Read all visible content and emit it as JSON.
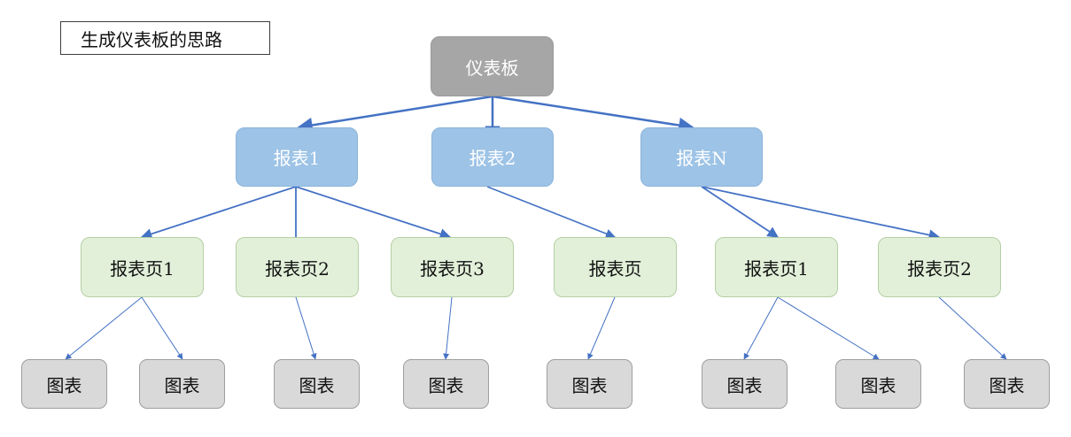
{
  "title": "生成仪表板的思路",
  "root": {
    "label": "仪表板"
  },
  "reports": [
    {
      "label": "报表1"
    },
    {
      "label": "报表2"
    },
    {
      "label": "报表N"
    }
  ],
  "pages": [
    {
      "label": "报表页1"
    },
    {
      "label": "报表页2"
    },
    {
      "label": "报表页3"
    },
    {
      "label": "报表页"
    },
    {
      "label": "报表页1"
    },
    {
      "label": "报表页2"
    }
  ],
  "charts": [
    {
      "label": "图表"
    },
    {
      "label": "图表"
    },
    {
      "label": "图表"
    },
    {
      "label": "图表"
    },
    {
      "label": "图表"
    },
    {
      "label": "图表"
    },
    {
      "label": "图表"
    },
    {
      "label": "图表"
    }
  ],
  "colors": {
    "edge": "#4472c4",
    "root_fill": "#a6a6a6",
    "report_fill": "#9dc3e6",
    "page_fill": "#e2f0d9",
    "chart_fill": "#d9d9d9"
  }
}
